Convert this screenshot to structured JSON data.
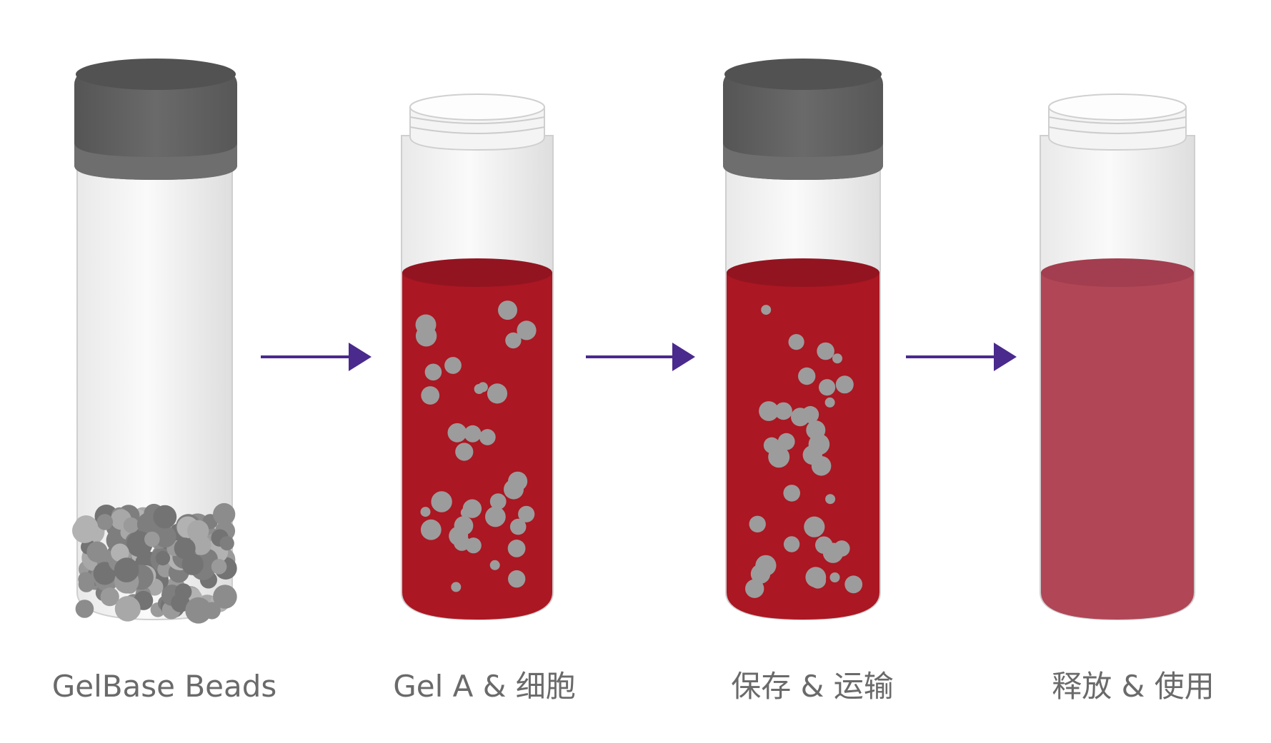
{
  "steps": [
    {
      "label": "GelBase Beads",
      "lid": "capped",
      "content": "beads"
    },
    {
      "label": "Gel A & 细胞",
      "lid": "open",
      "content": "medium-with-cells"
    },
    {
      "label": "保存 & 运输",
      "lid": "capped",
      "content": "medium-with-cells"
    },
    {
      "label": "释放 & 使用",
      "lid": "open",
      "content": "released-medium"
    }
  ],
  "colors": {
    "arrow": "#4a2a8c",
    "cap": "#5f5f5f",
    "medium": "#ab1722",
    "released": "#b04656",
    "bead": "#9c9c9c",
    "label": "#6a6a6a"
  },
  "icons": {
    "arrow": "right-arrow-icon"
  }
}
